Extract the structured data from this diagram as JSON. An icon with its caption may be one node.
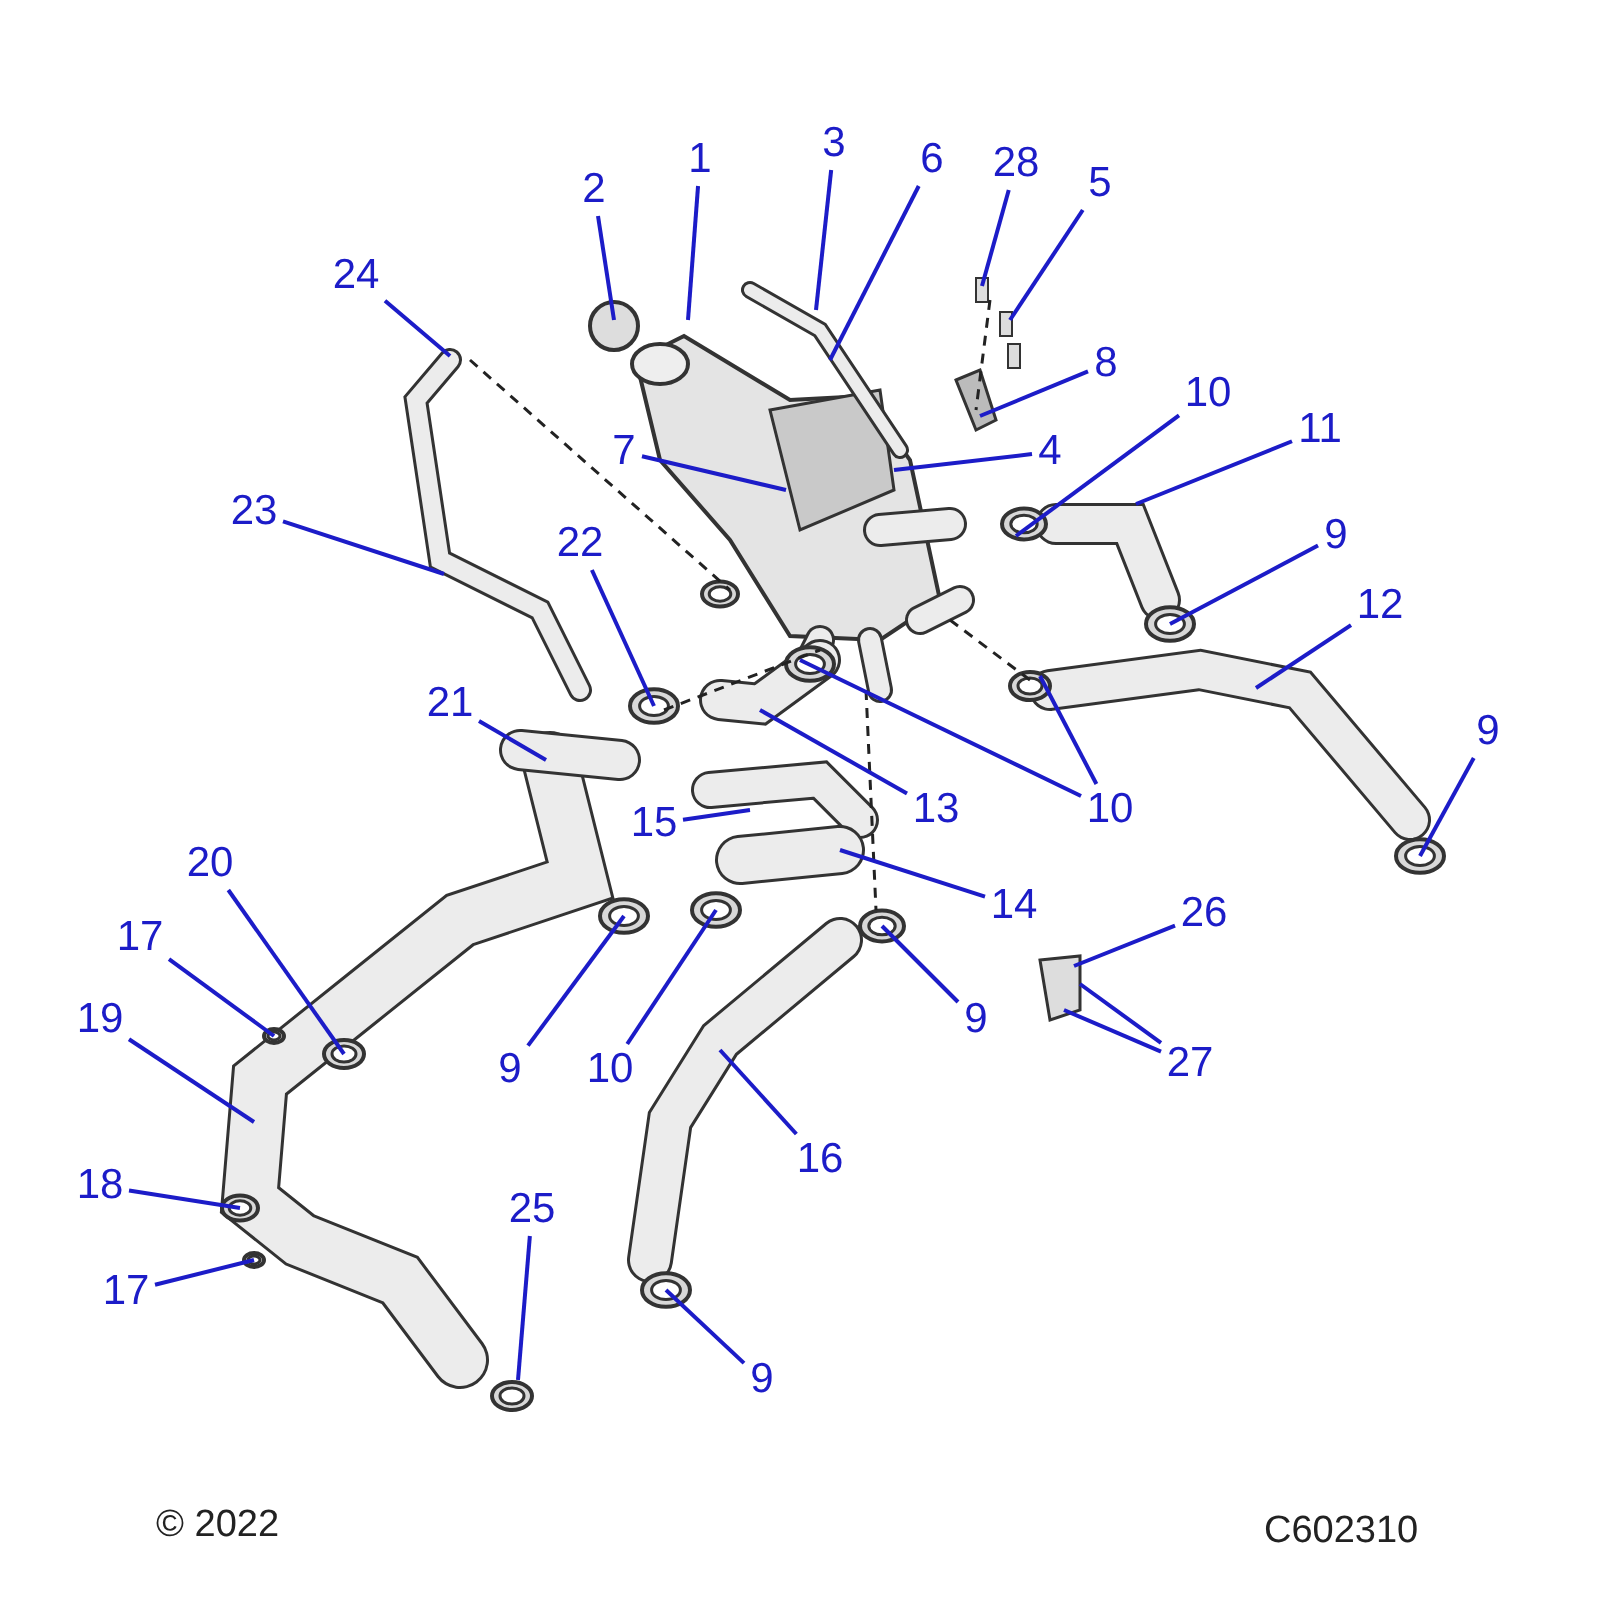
{
  "diagram": {
    "nodes": [
      {
        "text": [
          "3"
        ]
      },
      {
        "text": [
          "1"
        ]
      },
      {
        "text": [
          "6"
        ]
      },
      {
        "text": [
          "28"
        ]
      },
      {
        "text": [
          "5"
        ]
      },
      {
        "text": [
          "2"
        ]
      },
      {
        "text": [
          "24"
        ]
      },
      {
        "text": [
          "8"
        ]
      },
      {
        "text": [
          "10"
        ]
      },
      {
        "text": [
          "11"
        ]
      },
      {
        "text": [
          "7"
        ]
      },
      {
        "text": [
          "4"
        ]
      },
      {
        "text": [
          "23"
        ]
      },
      {
        "text": [
          "9"
        ]
      },
      {
        "text": [
          "22"
        ]
      },
      {
        "text": [
          "12"
        ]
      },
      {
        "text": [
          "21"
        ]
      },
      {
        "text": [
          "9"
        ]
      },
      {
        "text": [
          "13"
        ]
      },
      {
        "text": [
          "10"
        ]
      },
      {
        "text": [
          "15"
        ]
      },
      {
        "text": [
          "20"
        ]
      },
      {
        "text": [
          "14"
        ]
      },
      {
        "text": [
          "26"
        ]
      },
      {
        "text": [
          "17"
        ]
      },
      {
        "text": [
          "19"
        ]
      },
      {
        "text": [
          "9"
        ]
      },
      {
        "text": [
          "27"
        ]
      },
      {
        "text": [
          "9"
        ]
      },
      {
        "text": [
          "10"
        ]
      },
      {
        "text": [
          "16"
        ]
      },
      {
        "text": [
          "18"
        ]
      },
      {
        "text": [
          "25"
        ]
      },
      {
        "text": [
          "17"
        ]
      },
      {
        "text": [
          "9"
        ]
      }
    ],
    "edges": [
      {
        "from": 0,
        "to": null,
        "arrow": "none"
      },
      {
        "from": 1,
        "to": null,
        "arrow": "none"
      },
      {
        "from": 2,
        "to": null,
        "arrow": "none"
      },
      {
        "from": 3,
        "to": null,
        "arrow": "none"
      },
      {
        "from": 4,
        "to": null,
        "arrow": "none"
      },
      {
        "from": 5,
        "to": null,
        "arrow": "none"
      },
      {
        "from": 6,
        "to": null,
        "arrow": "none"
      },
      {
        "from": 7,
        "to": null,
        "arrow": "none"
      },
      {
        "from": 8,
        "to": null,
        "arrow": "none"
      },
      {
        "from": 9,
        "to": null,
        "arrow": "none"
      },
      {
        "from": 10,
        "to": null,
        "arrow": "none"
      },
      {
        "from": 11,
        "to": null,
        "arrow": "none"
      },
      {
        "from": 12,
        "to": null,
        "arrow": "none"
      },
      {
        "from": 13,
        "to": null,
        "arrow": "none"
      },
      {
        "from": 14,
        "to": null,
        "arrow": "none"
      },
      {
        "from": 15,
        "to": null,
        "arrow": "none"
      },
      {
        "from": 16,
        "to": null,
        "arrow": "none"
      },
      {
        "from": 17,
        "to": null,
        "arrow": "none"
      },
      {
        "from": 18,
        "to": null,
        "arrow": "none"
      },
      {
        "from": 19,
        "to": null,
        "arrow": "none"
      },
      {
        "from": 19,
        "to": null,
        "arrow": "none"
      },
      {
        "from": 20,
        "to": null,
        "arrow": "none"
      },
      {
        "from": 21,
        "to": null,
        "arrow": "none"
      },
      {
        "from": 22,
        "to": null,
        "arrow": "none"
      },
      {
        "from": 23,
        "to": null,
        "arrow": "none"
      },
      {
        "from": 24,
        "to": null,
        "arrow": "none"
      },
      {
        "from": 25,
        "to": null,
        "arrow": "none"
      },
      {
        "from": 26,
        "to": null,
        "arrow": "none"
      },
      {
        "from": 27,
        "to": null,
        "arrow": "none"
      },
      {
        "from": 27,
        "to": null,
        "arrow": "none"
      },
      {
        "from": 28,
        "to": null,
        "arrow": "none"
      },
      {
        "from": 29,
        "to": null,
        "arrow": "none"
      },
      {
        "from": 30,
        "to": null,
        "arrow": "none"
      },
      {
        "from": 31,
        "to": null,
        "arrow": "none"
      },
      {
        "from": 32,
        "to": null,
        "arrow": "none"
      },
      {
        "from": 33,
        "to": null,
        "arrow": "none"
      },
      {
        "from": 34,
        "to": null,
        "arrow": "none"
      }
    ],
    "labels": [
      "© 2022",
      "C602310"
    ]
  }
}
